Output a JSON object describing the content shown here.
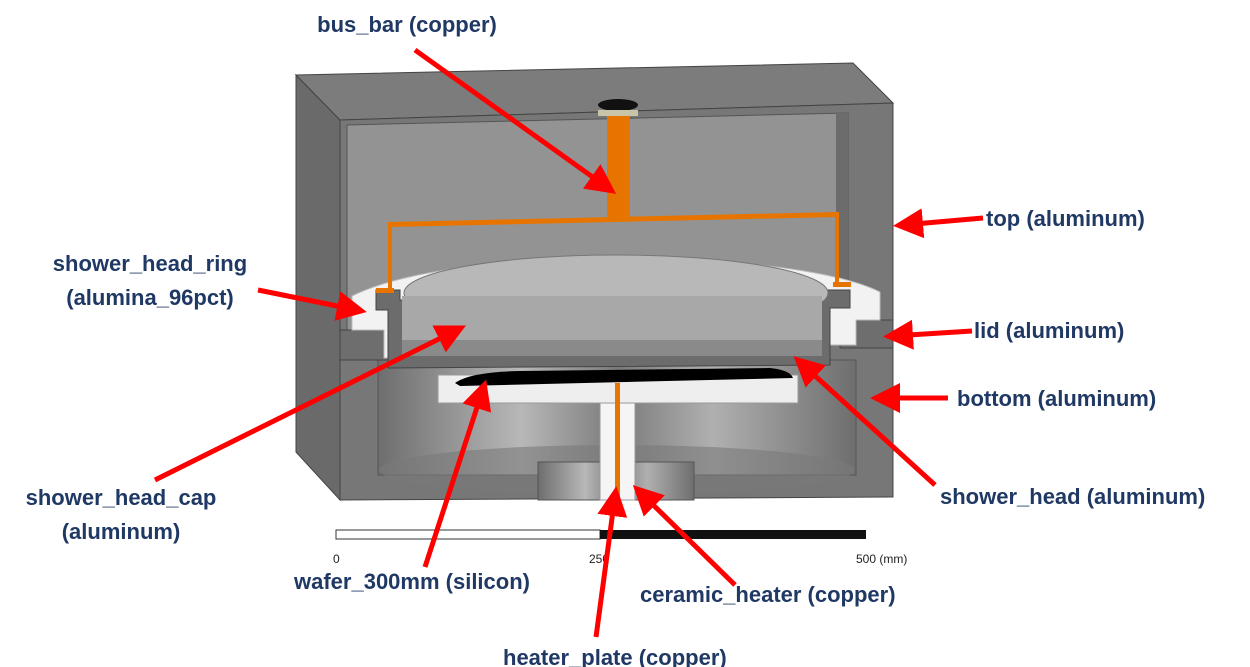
{
  "labels": {
    "bus_bar": "bus_bar (copper)",
    "top": "top (aluminum)",
    "shower_head_ring_1": "shower_head_ring",
    "shower_head_ring_2": "(alumina_96pct)",
    "lid": "lid (aluminum)",
    "bottom": "bottom (aluminum)",
    "shower_head_cap_1": "shower_head_cap",
    "shower_head_cap_2": "(aluminum)",
    "shower_head": "shower_head (aluminum)",
    "wafer": "wafer_300mm (silicon)",
    "ceramic_heater": "ceramic_heater (copper)",
    "heater_plate": "heater_plate (copper)"
  },
  "scale_bar": {
    "tick_0": "0",
    "tick_250": "250",
    "tick_500": "500 (mm)"
  },
  "colors": {
    "label": "#1f3864",
    "arrow": "#ff0000",
    "copper": "#e87400",
    "aluminum": "#7a7a7a",
    "alumina": "#f2f2f2"
  }
}
